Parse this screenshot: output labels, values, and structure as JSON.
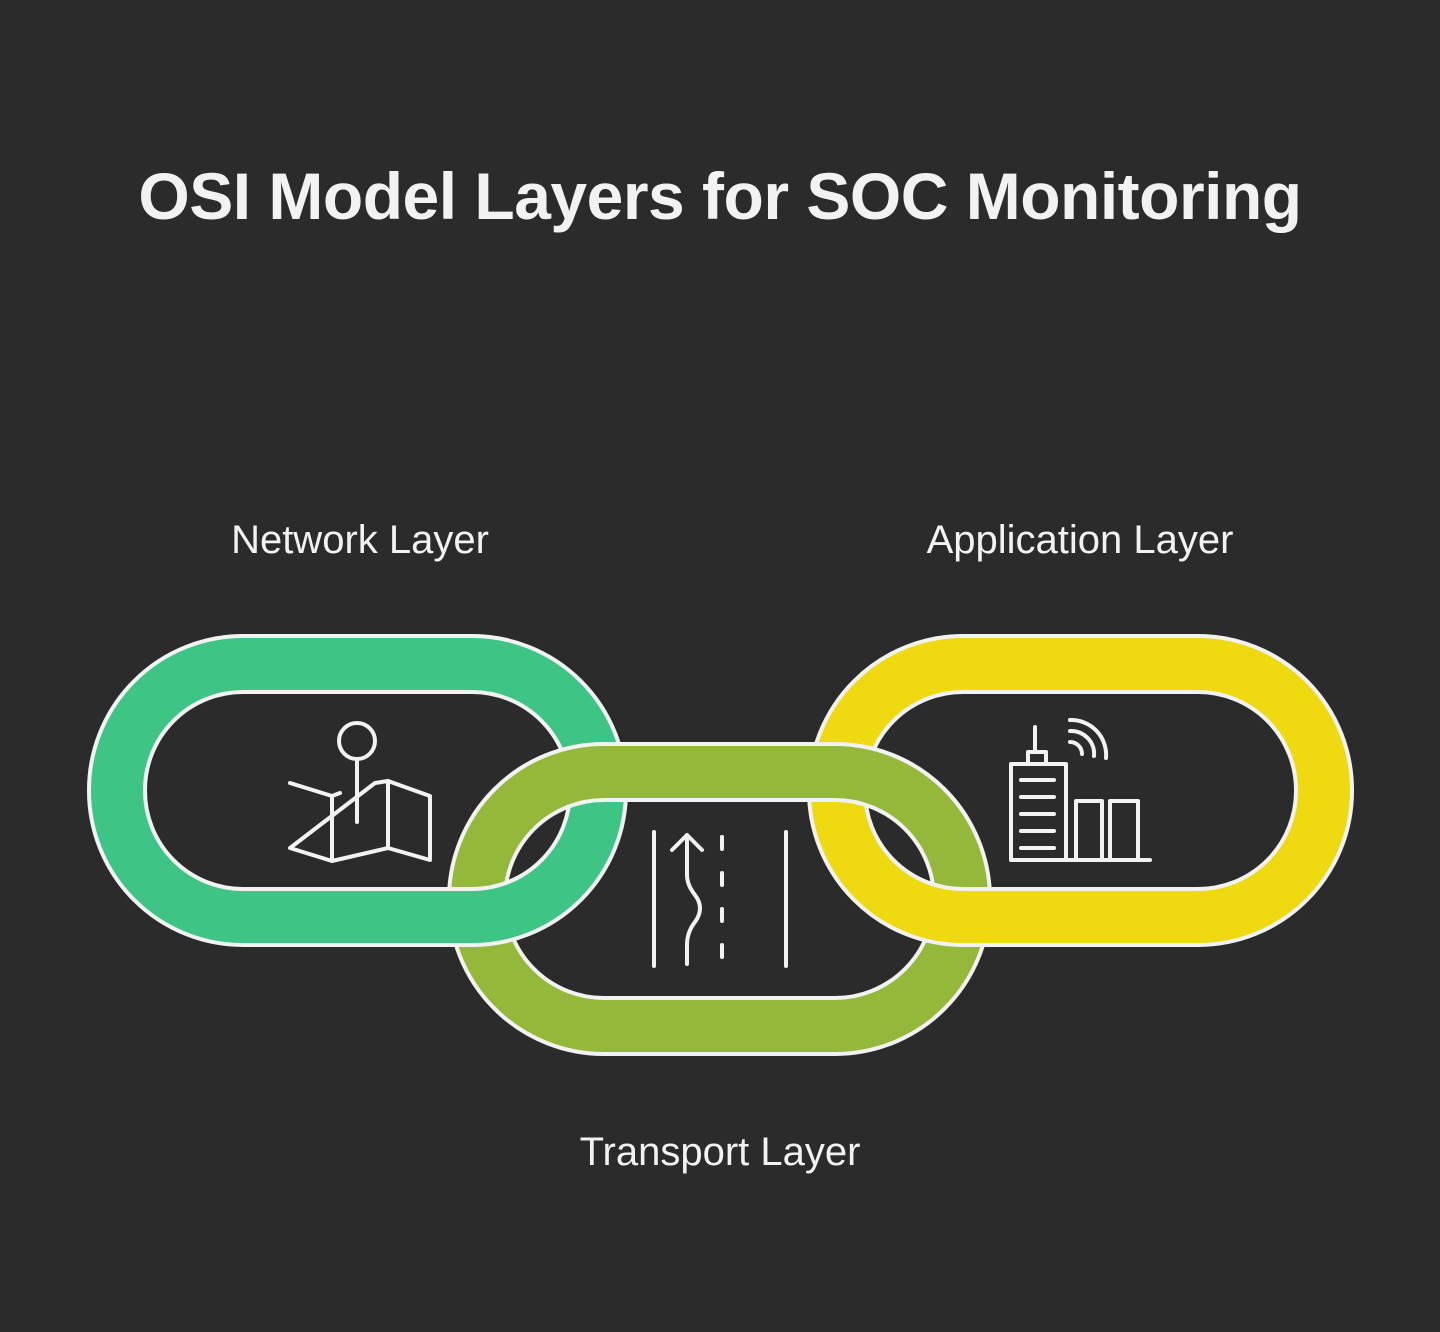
{
  "title": "OSI Model Layers for SOC Monitoring",
  "links": [
    {
      "label": "Network Layer",
      "color": "#3ec585",
      "icon": "map-pin-icon"
    },
    {
      "label": "Transport Layer",
      "color": "#94b93a",
      "icon": "road-lanes-icon"
    },
    {
      "label": "Application Layer",
      "color": "#efd910",
      "icon": "city-wifi-icon"
    }
  ]
}
